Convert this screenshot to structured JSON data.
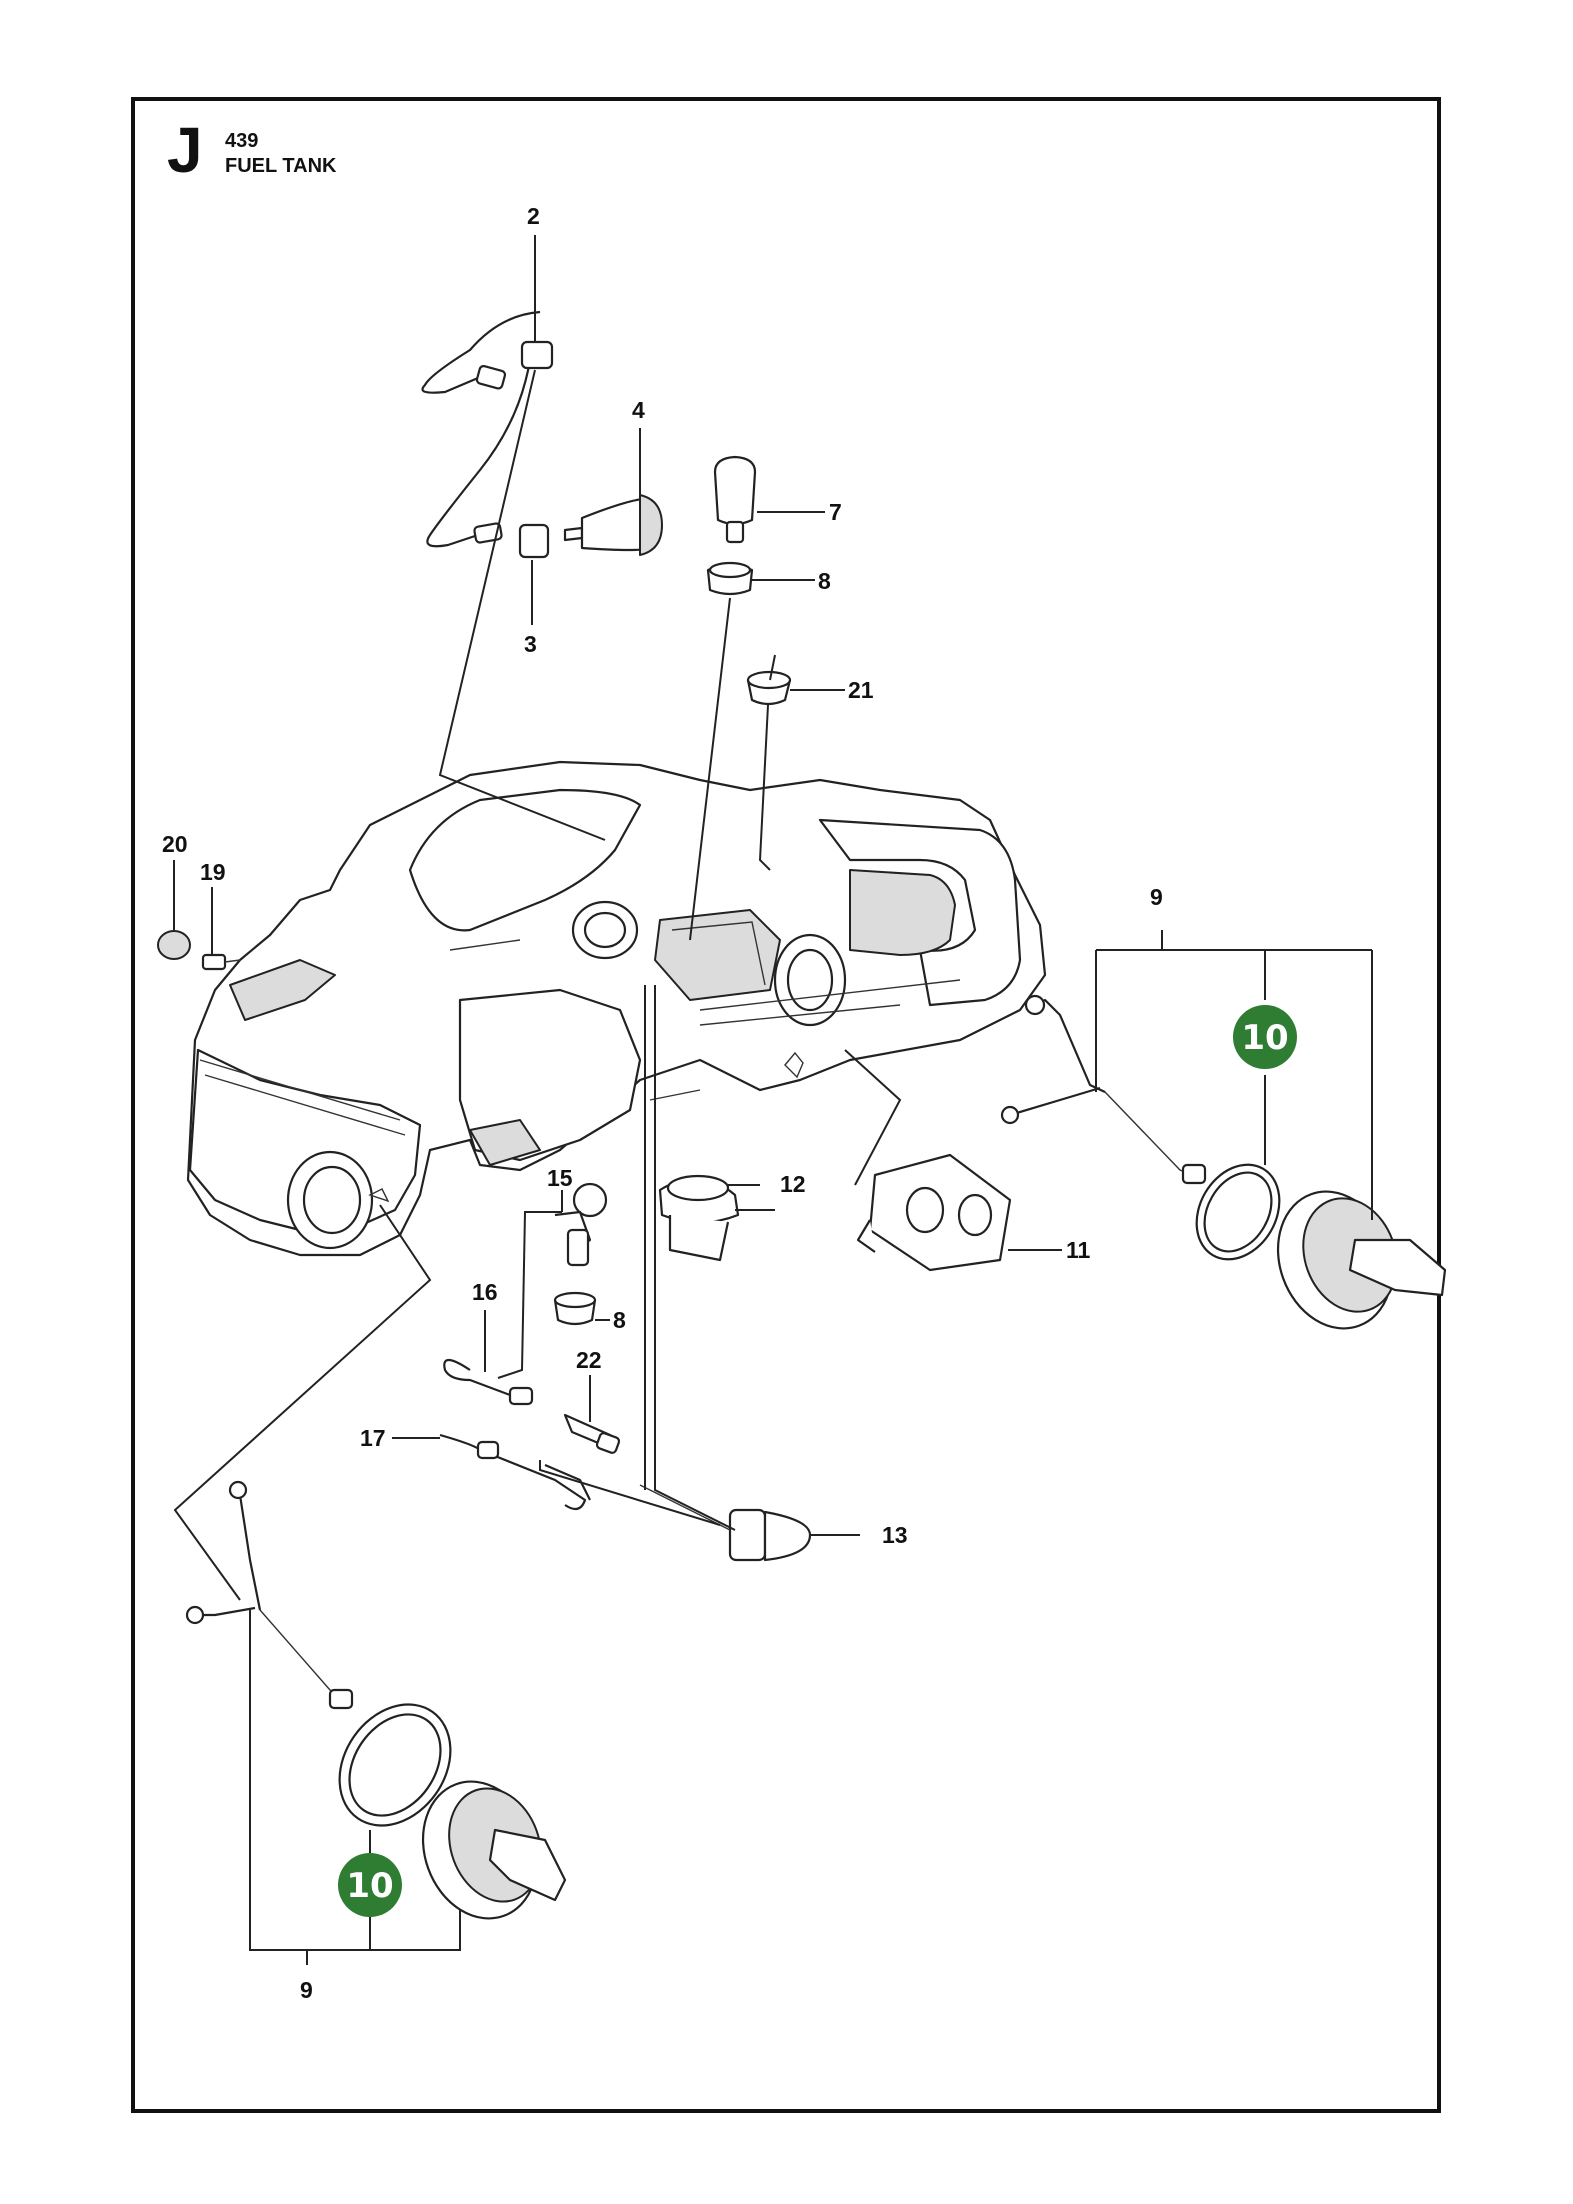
{
  "header": {
    "section_letter": "J",
    "model": "439",
    "title": "FUEL TANK"
  },
  "callouts": [
    {
      "id": "c2",
      "label": "2"
    },
    {
      "id": "c3",
      "label": "3"
    },
    {
      "id": "c4",
      "label": "4"
    },
    {
      "id": "c7",
      "label": "7"
    },
    {
      "id": "c8a",
      "label": "8"
    },
    {
      "id": "c21",
      "label": "21"
    },
    {
      "id": "c20",
      "label": "20"
    },
    {
      "id": "c19",
      "label": "19"
    },
    {
      "id": "c9a",
      "label": "9"
    },
    {
      "id": "c12",
      "label": "12"
    },
    {
      "id": "c11",
      "label": "11"
    },
    {
      "id": "c15",
      "label": "15"
    },
    {
      "id": "c16",
      "label": "16"
    },
    {
      "id": "c8b",
      "label": "8"
    },
    {
      "id": "c22",
      "label": "22"
    },
    {
      "id": "c17",
      "label": "17"
    },
    {
      "id": "c13",
      "label": "13"
    },
    {
      "id": "c9b",
      "label": "9"
    }
  ],
  "highlight_callouts": [
    {
      "id": "h10a",
      "label": "10"
    },
    {
      "id": "h10b",
      "label": "10"
    }
  ],
  "colors": {
    "highlight": "#2e7d32",
    "line": "#222222"
  }
}
